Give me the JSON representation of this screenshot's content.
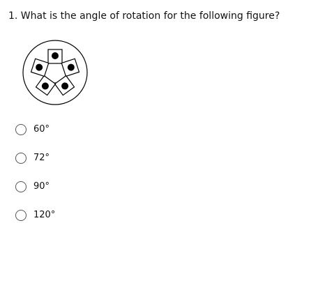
{
  "question": {
    "text": "1. What is the angle of rotation for the following figure?"
  },
  "options": [
    {
      "label": "60°"
    },
    {
      "label": "72°"
    },
    {
      "label": "90°"
    },
    {
      "label": "120°"
    }
  ]
}
